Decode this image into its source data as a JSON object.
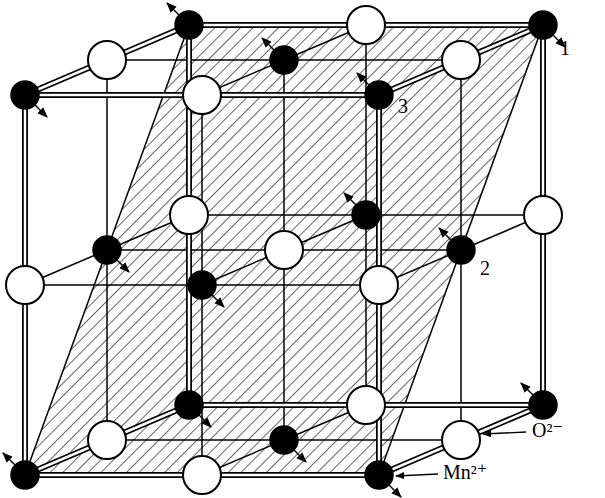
{
  "diagram": {
    "labels": [
      "1",
      "2",
      "3",
      "O²⁻",
      "Mn²⁺"
    ]
  }
}
